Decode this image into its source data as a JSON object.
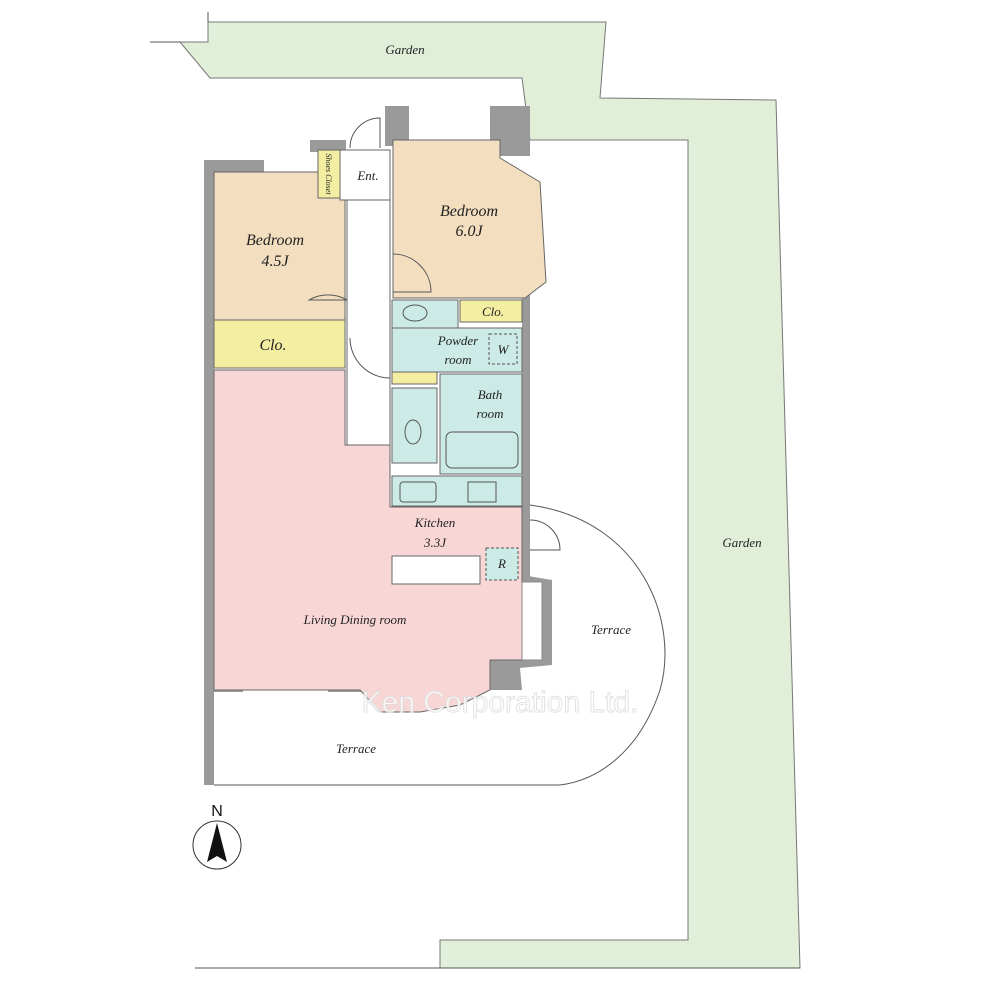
{
  "rooms": {
    "garden_top": "Garden",
    "garden_right": "Garden",
    "entrance": "Ent.",
    "shoes_closet": "Shoes Closet",
    "bedroom_left": {
      "name": "Bedroom",
      "size": "4.5J"
    },
    "bedroom_right": {
      "name": "Bedroom",
      "size": "6.0J"
    },
    "closet_left": "Clo.",
    "closet_right": "Clo.",
    "powder_room": {
      "line1": "Powder",
      "line2": "room",
      "washer": "W"
    },
    "bath_room": {
      "line1": "Bath",
      "line2": "room"
    },
    "kitchen": {
      "name": "Kitchen",
      "size": "3.3J",
      "fridge": "R"
    },
    "living": "Living Dining room",
    "terrace_right": "Terrace",
    "terrace_bottom": "Terrace"
  },
  "compass": "N",
  "watermark": "Ken Corporation Ltd.",
  "colors": {
    "garden": "#e1efd9",
    "bedroom": "#f3dfc0",
    "closet": "#f4eea3",
    "wet": "#cdebe6",
    "living": "#f8d6d6",
    "wall": "#9a9a9a"
  }
}
